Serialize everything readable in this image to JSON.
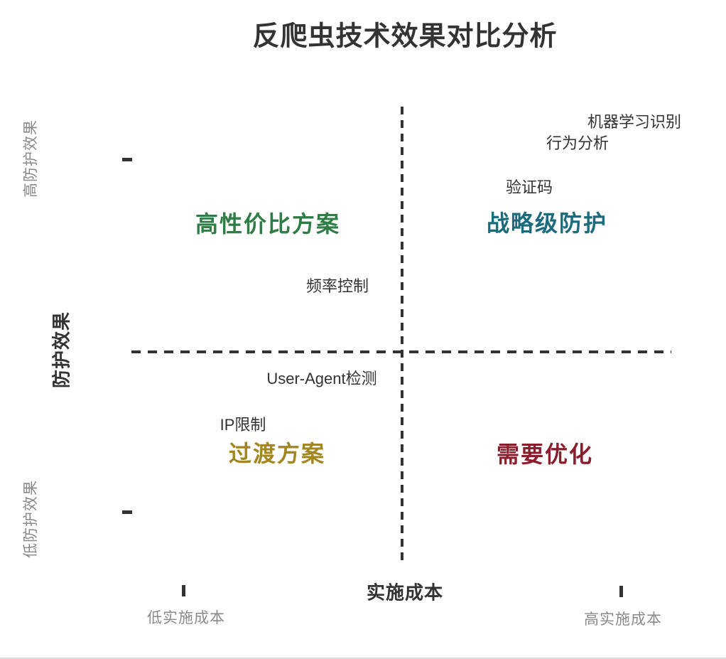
{
  "chart_data": {
    "type": "quadrant",
    "title": "反爬虫技术效果对比分析",
    "x_axis": {
      "label": "实施成本",
      "left_label": "低实施成本",
      "right_label": "高实施成本"
    },
    "y_axis": {
      "label": "防护效果",
      "top_label": "高防护效果",
      "bottom_label": "低防护效果"
    },
    "quadrants": {
      "top_left": "高性价比方案",
      "top_right": "战略级防护",
      "bottom_left": "过渡方案",
      "bottom_right": "需要优化"
    },
    "points": [
      {
        "label": "机器学习识别",
        "x": 0.93,
        "y": 0.97
      },
      {
        "label": "行为分析",
        "x": 0.83,
        "y": 0.92
      },
      {
        "label": "验证码",
        "x": 0.74,
        "y": 0.83
      },
      {
        "label": "频率控制",
        "x": 0.38,
        "y": 0.61
      },
      {
        "label": "User-Agent检测",
        "x": 0.35,
        "y": 0.4
      },
      {
        "label": "IP限制",
        "x": 0.21,
        "y": 0.3
      }
    ],
    "layout_hints": {
      "x_range": [
        0,
        1
      ],
      "y_range": [
        0,
        1
      ],
      "grid": "dashed-cross",
      "legend": "none"
    },
    "colors": {
      "title_text": "#333333",
      "axis_line": "#333333",
      "axis_sub_text": "#8a8a8a",
      "point_text": "#333333",
      "quadrant_top_left": "#2e7d44",
      "quadrant_top_right": "#1a6b7d",
      "quadrant_bottom_left": "#a1871d",
      "quadrant_bottom_right": "#8b1e2d"
    }
  }
}
